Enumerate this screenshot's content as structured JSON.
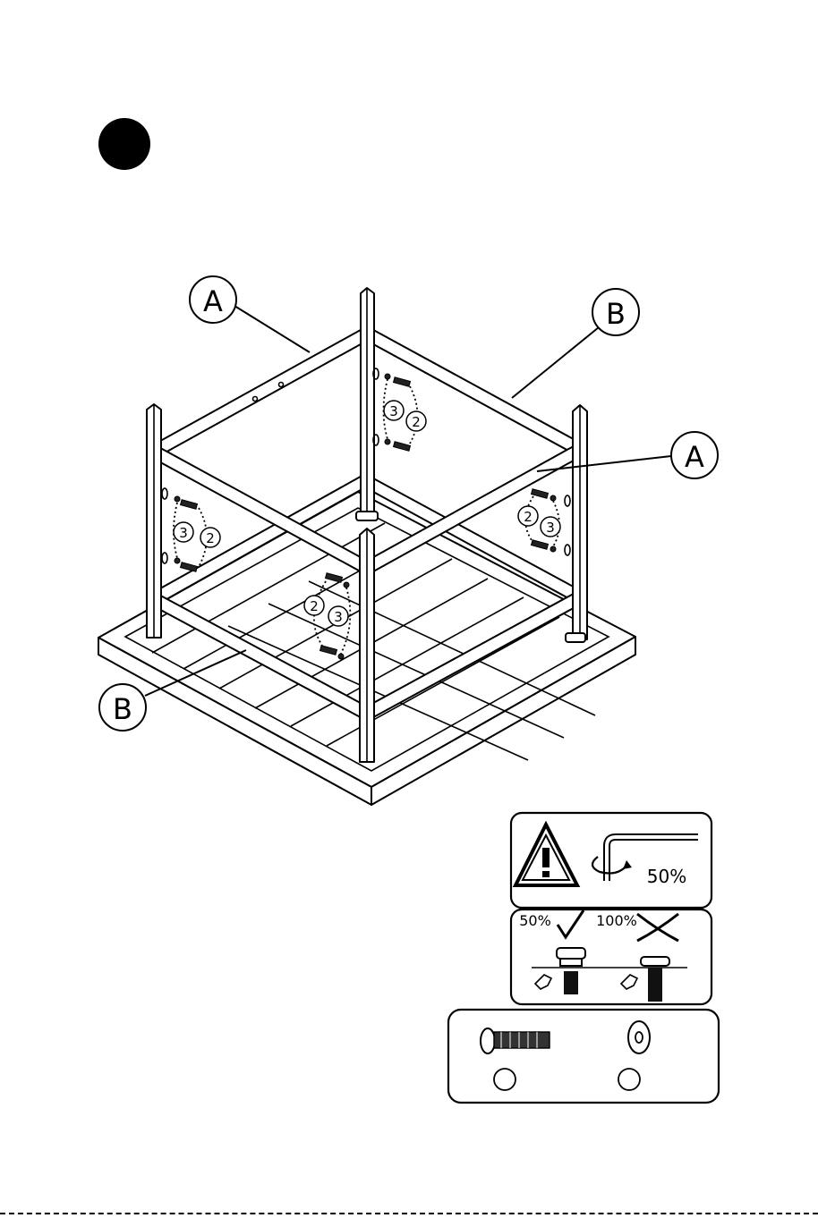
{
  "step": {
    "marker": ""
  },
  "callouts": [
    {
      "id": "a-top",
      "label": "A"
    },
    {
      "id": "b-top",
      "label": "B"
    },
    {
      "id": "a-right",
      "label": "A"
    },
    {
      "id": "b-bottom",
      "label": "B"
    }
  ],
  "fastener_groups": [
    {
      "id": "back-post",
      "first": "3",
      "second": "2"
    },
    {
      "id": "left-post",
      "first": "3",
      "second": "2"
    },
    {
      "id": "right-post",
      "first": "2",
      "second": "3"
    },
    {
      "id": "front-post",
      "first": "2",
      "second": "3"
    }
  ],
  "torque_panel": {
    "percent": "50%"
  },
  "tighten_panel": {
    "ok_label": "50%",
    "bad_label": "100%"
  },
  "parts_panel": {
    "bolt_qty": "",
    "washer_qty": ""
  }
}
